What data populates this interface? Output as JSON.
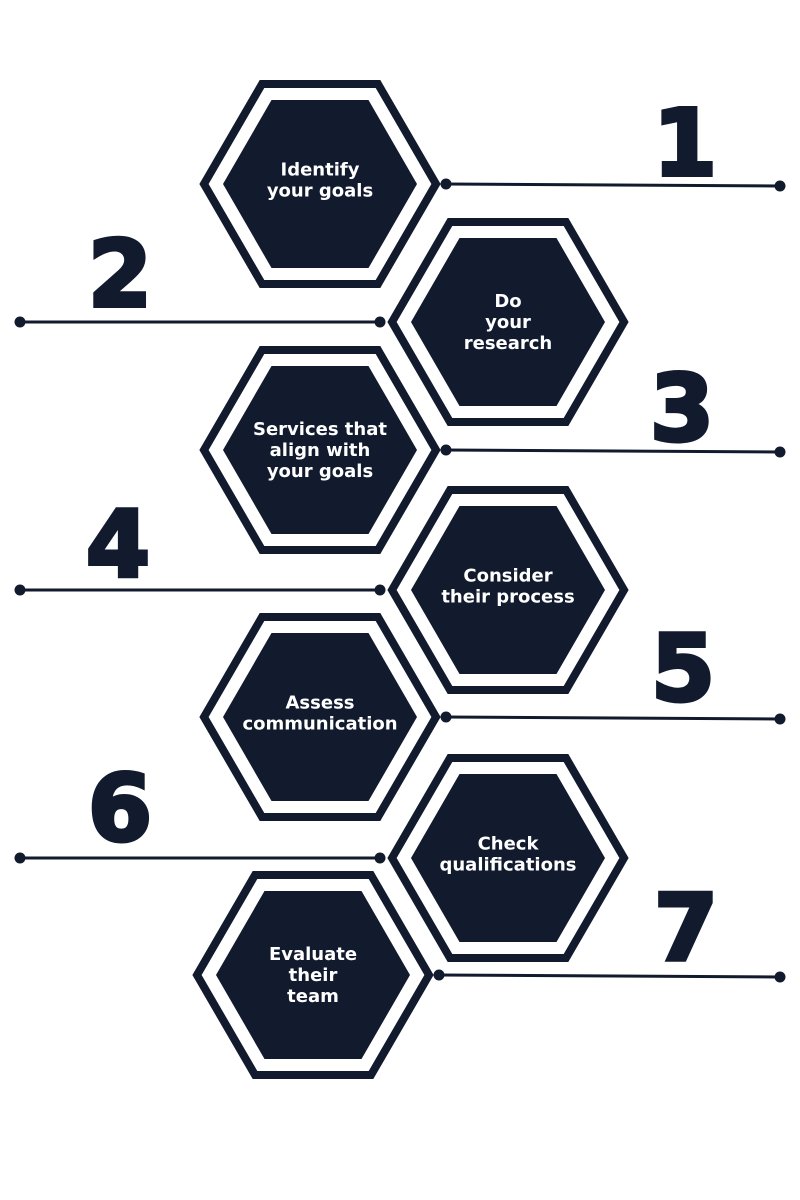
{
  "colors": {
    "primary": "#121a2e",
    "background": "#ffffff"
  },
  "steps": [
    {
      "number": "1",
      "lines": [
        "Identify",
        "your goals"
      ]
    },
    {
      "number": "2",
      "lines": [
        "Do",
        "your",
        "research"
      ]
    },
    {
      "number": "3",
      "lines": [
        "Services that",
        "align with",
        "your goals"
      ]
    },
    {
      "number": "4",
      "lines": [
        "Consider",
        "their process"
      ]
    },
    {
      "number": "5",
      "lines": [
        "Assess",
        "communication"
      ]
    },
    {
      "number": "6",
      "lines": [
        "Check",
        "qualifications"
      ]
    },
    {
      "number": "7",
      "lines": [
        "Evaluate",
        "their",
        "team"
      ]
    }
  ]
}
